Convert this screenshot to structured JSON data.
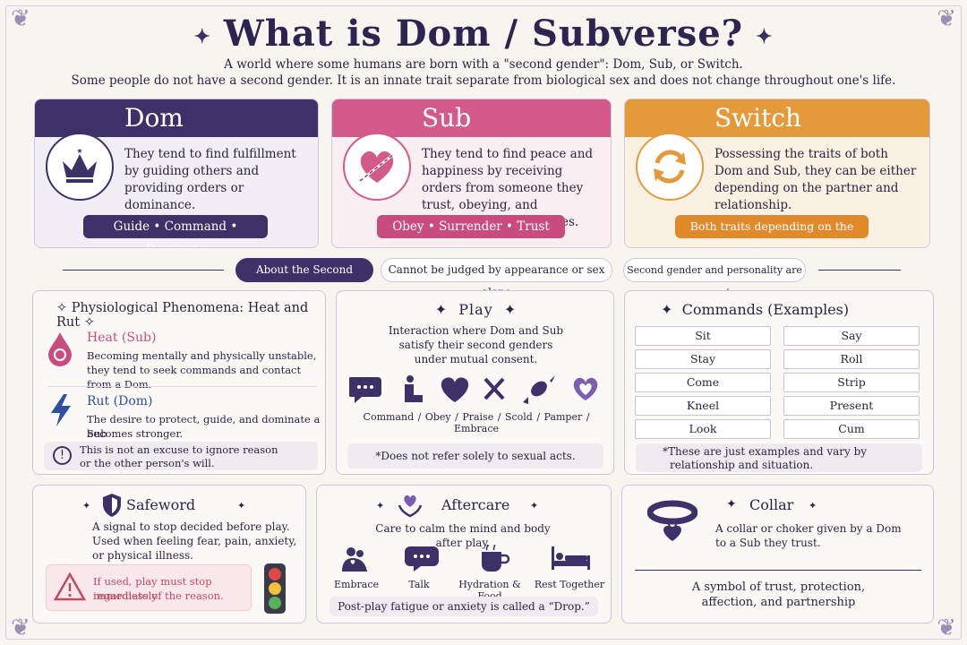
{
  "title": "What is Dom / Subverse?",
  "intro": {
    "line1": "A world where some humans are born with a \"second gender\": Dom, Sub, or Switch.",
    "line2": "Some people do not have a second gender. It is an innate trait separate from biological sex and does not change throughout one's life."
  },
  "types": {
    "dom": {
      "name": "Dom",
      "desc": "They tend to find fulfillment by guiding others and providing orders or dominance.",
      "pill": "Guide • Command • Dominate",
      "color": "#3d3168"
    },
    "sub": {
      "name": "Sub",
      "desc": "They tend to find peace and happiness by receiving orders from someone they trust, obeying, and surrendering themselves.",
      "pill": "Obey • Surrender • Trust",
      "color": "#c94c7e"
    },
    "switch": {
      "name": "Switch",
      "desc": "Possessing the traits of both Dom and Sub, they can be either depending on the partner and relationship.",
      "pill": "Both traits depending on the situation",
      "color": "#e49a3a"
    }
  },
  "tags": {
    "t1": "About the Second Gender",
    "t2": "Cannot be judged by appearance or sex alone",
    "t3": "Second gender and personality are separate"
  },
  "physio": {
    "title": "Physiological Phenomena: Heat and Rut",
    "heat_title": "Heat (Sub)",
    "heat_desc1": "Becoming mentally and physically unstable,",
    "heat_desc2": "they tend to seek commands and contact from a Dom.",
    "rut_title": "Rut (Dom)",
    "rut_desc1": "The desire to protect, guide, and dominate a Sub",
    "rut_desc2": "becomes stronger.",
    "note1": "This is not an excuse to ignore reason",
    "note2": "or the other person's will."
  },
  "play": {
    "title": "Play",
    "desc1": "Interaction where Dom and Sub",
    "desc2": "satisfy their second genders",
    "desc3": "under mutual consent.",
    "labels": [
      "Command /",
      "Obey /",
      "Praise /",
      "Scold /",
      "Pamper /",
      "Embrace"
    ],
    "note": "*Does not refer solely to sexual acts."
  },
  "commands": {
    "title": "Commands (Examples)",
    "items": [
      "Sit",
      "Say",
      "Stay",
      "Roll",
      "Come",
      "Strip",
      "Kneel",
      "Present",
      "Look",
      "Cum"
    ],
    "note1": "*These are just examples and vary by",
    "note2": "relationship and situation."
  },
  "safeword": {
    "title": "Safeword",
    "desc1": "A signal to stop decided before play.",
    "desc2": "Used when feeling fear, pain, anxiety,",
    "desc3": "or physical illness.",
    "warn1": "If used, play must stop immediately",
    "warn2": "regardless of the reason."
  },
  "aftercare": {
    "title": "Aftercare",
    "desc1": "Care to calm the mind and body",
    "desc2": "after play.",
    "items": [
      "Embrace",
      "Talk",
      "Hydration & Food",
      "Rest Together"
    ],
    "note": "Post-play fatigue or anxiety is called a “Drop.”"
  },
  "collar": {
    "title": "Collar",
    "desc1": "A collar or choker given by a Dom",
    "desc2": "to a Sub they trust.",
    "sym1": "A symbol of trust, protection,",
    "sym2": "affection, and partnership"
  }
}
